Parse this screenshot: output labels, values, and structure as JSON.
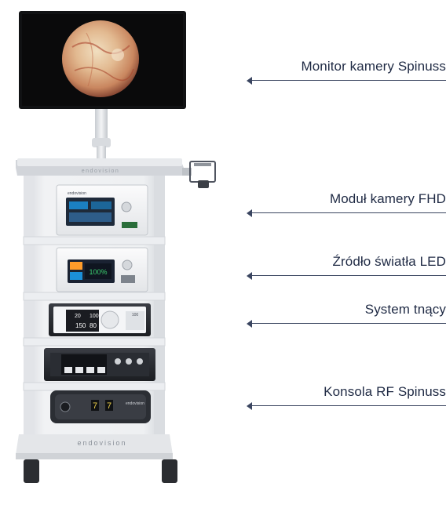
{
  "labels": [
    {
      "id": "monitor",
      "text": "Monitor kamery Spinuss"
    },
    {
      "id": "camera",
      "text": "Moduł kamery FHD"
    },
    {
      "id": "light",
      "text": "Źródło światła LED"
    },
    {
      "id": "shaver",
      "text": "System tnący"
    },
    {
      "id": "rf",
      "text": "Konsola RF Spinuss"
    }
  ],
  "device_text": {
    "brand_cart": "endovision",
    "brand_cart_top": "endovision",
    "brand_module": "endovision",
    "brand_rf": "endovision",
    "light_value": "100",
    "light_unit": "%",
    "shaver_a": "100",
    "shaver_b": "150",
    "shaver_c": "80",
    "pump_a": "100",
    "pump_b": "20",
    "rf_display": "7"
  },
  "colors": {
    "label_text": "#1f2a44",
    "arrow": "#3a4560",
    "cart_frame": "#e9ebee",
    "monitor_bezel": "#141416",
    "screen_accent": "#1b8fd9",
    "display_green": "#3cd070"
  }
}
